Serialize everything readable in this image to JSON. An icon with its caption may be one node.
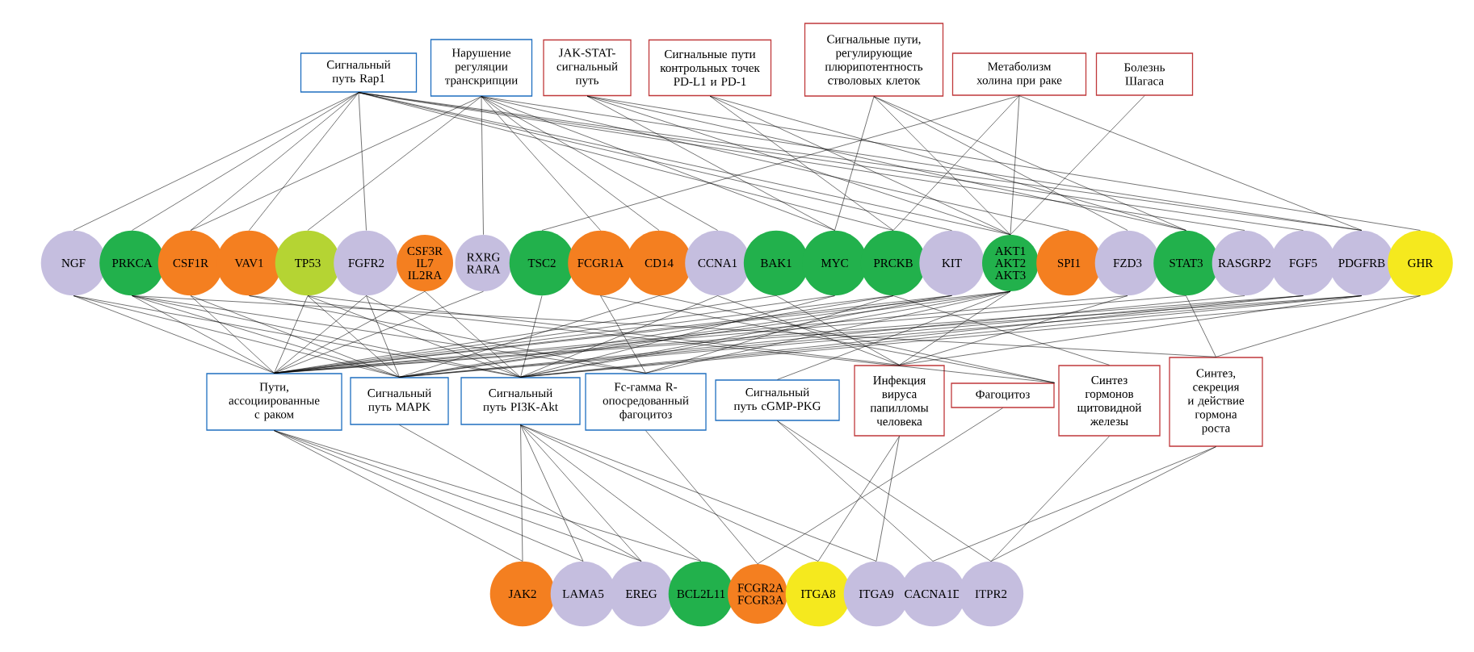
{
  "diagram": {
    "nodes": [
      {
        "text": [
          "Сигнальный путь Rap1"
        ]
      },
      {
        "text": [
          "Нарушение регуляции транскрипции"
        ]
      },
      {
        "text": [
          "JAK-STAT-сигнальный путь"
        ]
      },
      {
        "text": [
          "Сигнальные пути контрольных точек PD-L1 и PD-1"
        ]
      },
      {
        "text": [
          "Сигнальные пути, регулирующие плюрипотентность стволовых клеток"
        ]
      },
      {
        "text": [
          "Метаболизм холина при раке"
        ]
      },
      {
        "text": [
          "Болезнь Шагаса"
        ]
      },
      {
        "text": [
          "NGF"
        ]
      },
      {
        "text": [
          "PRKCA"
        ]
      },
      {
        "text": [
          "CSF1R"
        ]
      },
      {
        "text": [
          "VAV1"
        ]
      },
      {
        "text": [
          "TP53"
        ]
      },
      {
        "text": [
          "FGFR2"
        ]
      },
      {
        "text": [
          "CSF3R IL7 IL2RA"
        ]
      },
      {
        "text": [
          "RXRG RARA"
        ]
      },
      {
        "text": [
          "TSC2"
        ]
      },
      {
        "text": [
          "FCGR1A"
        ]
      },
      {
        "text": [
          "CD14"
        ]
      },
      {
        "text": [
          "CCNA1"
        ]
      },
      {
        "text": [
          "BAK1"
        ]
      },
      {
        "text": [
          "MYC"
        ]
      },
      {
        "text": [
          "PRCKB"
        ]
      },
      {
        "text": [
          "KIT"
        ]
      },
      {
        "text": [
          "AKT1 AKT2 AKT3"
        ]
      },
      {
        "text": [
          "SPI1"
        ]
      },
      {
        "text": [
          "FZD3"
        ]
      },
      {
        "text": [
          "STAT3"
        ]
      },
      {
        "text": [
          "RASGRP2"
        ]
      },
      {
        "text": [
          "FGF5"
        ]
      },
      {
        "text": [
          "PDGFRB"
        ]
      },
      {
        "text": [
          "GHR"
        ]
      },
      {
        "text": [
          "Пути, ассоциированные с раком"
        ]
      },
      {
        "text": [
          "Сигнальный путь MAPK"
        ]
      },
      {
        "text": [
          "Сигнальный путь PI3K-Akt"
        ]
      },
      {
        "text": [
          "Fc-гамма R-опосредованный фагоцитоз"
        ]
      },
      {
        "text": [
          "Сигнальный путь cGMP-PKG"
        ]
      },
      {
        "text": [
          "Инфекция вируса папилломы человека"
        ]
      },
      {
        "text": [
          "Фагоцитоз"
        ]
      },
      {
        "text": [
          "Синтез гормонов щитовидной железы"
        ]
      },
      {
        "text": [
          "Синтез, секреция и действие гормона роста"
        ]
      },
      {
        "text": [
          "JAK2"
        ]
      },
      {
        "text": [
          "LAMA5"
        ]
      },
      {
        "text": [
          "EREG"
        ]
      },
      {
        "text": [
          "BCL2L11"
        ]
      },
      {
        "text": [
          "FCGR2A FCGR3A"
        ]
      },
      {
        "text": [
          "ITGA8"
        ]
      },
      {
        "text": [
          "ITGA9"
        ]
      },
      {
        "text": [
          "CACNA1D"
        ]
      },
      {
        "text": [
          "ITPR2"
        ]
      }
    ],
    "edges": [
      {
        "from": 0,
        "to": 7,
        "arrow": "none"
      },
      {
        "from": 0,
        "to": 8,
        "arrow": "none"
      },
      {
        "from": 0,
        "to": 9,
        "arrow": "none"
      },
      {
        "from": 0,
        "to": 10,
        "arrow": "none"
      },
      {
        "from": 0,
        "to": 12,
        "arrow": "none"
      },
      {
        "from": 0,
        "to": 21,
        "arrow": "none"
      },
      {
        "from": 0,
        "to": 22,
        "arrow": "none"
      },
      {
        "from": 0,
        "to": 23,
        "arrow": "none"
      },
      {
        "from": 0,
        "to": 27,
        "arrow": "none"
      },
      {
        "from": 0,
        "to": 28,
        "arrow": "none"
      },
      {
        "from": 0,
        "to": 29,
        "arrow": "none"
      },
      {
        "from": 1,
        "to": 9,
        "arrow": "none"
      },
      {
        "from": 1,
        "to": 11,
        "arrow": "none"
      },
      {
        "from": 1,
        "to": 14,
        "arrow": "none"
      },
      {
        "from": 1,
        "to": 16,
        "arrow": "none"
      },
      {
        "from": 1,
        "to": 17,
        "arrow": "none"
      },
      {
        "from": 1,
        "to": 18,
        "arrow": "none"
      },
      {
        "from": 1,
        "to": 20,
        "arrow": "none"
      },
      {
        "from": 1,
        "to": 24,
        "arrow": "none"
      },
      {
        "from": 1,
        "to": 29,
        "arrow": "none"
      },
      {
        "from": 2,
        "to": 20,
        "arrow": "none"
      },
      {
        "from": 2,
        "to": 23,
        "arrow": "none"
      },
      {
        "from": 2,
        "to": 26,
        "arrow": "none"
      },
      {
        "from": 2,
        "to": 30,
        "arrow": "none"
      },
      {
        "from": 3,
        "to": 21,
        "arrow": "none"
      },
      {
        "from": 3,
        "to": 23,
        "arrow": "none"
      },
      {
        "from": 3,
        "to": 26,
        "arrow": "none"
      },
      {
        "from": 4,
        "to": 20,
        "arrow": "none"
      },
      {
        "from": 4,
        "to": 23,
        "arrow": "none"
      },
      {
        "from": 4,
        "to": 25,
        "arrow": "none"
      },
      {
        "from": 4,
        "to": 26,
        "arrow": "none"
      },
      {
        "from": 5,
        "to": 15,
        "arrow": "none"
      },
      {
        "from": 5,
        "to": 21,
        "arrow": "none"
      },
      {
        "from": 5,
        "to": 23,
        "arrow": "none"
      },
      {
        "from": 5,
        "to": 29,
        "arrow": "none"
      },
      {
        "from": 6,
        "to": 23,
        "arrow": "none"
      },
      {
        "from": 7,
        "to": 31,
        "arrow": "none"
      },
      {
        "from": 8,
        "to": 31,
        "arrow": "none"
      },
      {
        "from": 9,
        "to": 31,
        "arrow": "none"
      },
      {
        "from": 11,
        "to": 31,
        "arrow": "none"
      },
      {
        "from": 12,
        "to": 31,
        "arrow": "none"
      },
      {
        "from": 13,
        "to": 31,
        "arrow": "none"
      },
      {
        "from": 14,
        "to": 31,
        "arrow": "none"
      },
      {
        "from": 19,
        "to": 31,
        "arrow": "none"
      },
      {
        "from": 20,
        "to": 31,
        "arrow": "none"
      },
      {
        "from": 21,
        "to": 31,
        "arrow": "none"
      },
      {
        "from": 22,
        "to": 31,
        "arrow": "none"
      },
      {
        "from": 23,
        "to": 31,
        "arrow": "none"
      },
      {
        "from": 25,
        "to": 31,
        "arrow": "none"
      },
      {
        "from": 26,
        "to": 31,
        "arrow": "none"
      },
      {
        "from": 28,
        "to": 31,
        "arrow": "none"
      },
      {
        "from": 29,
        "to": 31,
        "arrow": "none"
      },
      {
        "from": 7,
        "to": 32,
        "arrow": "none"
      },
      {
        "from": 8,
        "to": 32,
        "arrow": "none"
      },
      {
        "from": 9,
        "to": 32,
        "arrow": "none"
      },
      {
        "from": 11,
        "to": 32,
        "arrow": "none"
      },
      {
        "from": 12,
        "to": 32,
        "arrow": "none"
      },
      {
        "from": 17,
        "to": 32,
        "arrow": "none"
      },
      {
        "from": 21,
        "to": 32,
        "arrow": "none"
      },
      {
        "from": 22,
        "to": 32,
        "arrow": "none"
      },
      {
        "from": 23,
        "to": 32,
        "arrow": "none"
      },
      {
        "from": 27,
        "to": 32,
        "arrow": "none"
      },
      {
        "from": 28,
        "to": 32,
        "arrow": "none"
      },
      {
        "from": 29,
        "to": 32,
        "arrow": "none"
      },
      {
        "from": 7,
        "to": 33,
        "arrow": "none"
      },
      {
        "from": 8,
        "to": 33,
        "arrow": "none"
      },
      {
        "from": 11,
        "to": 33,
        "arrow": "none"
      },
      {
        "from": 12,
        "to": 33,
        "arrow": "none"
      },
      {
        "from": 13,
        "to": 33,
        "arrow": "none"
      },
      {
        "from": 15,
        "to": 33,
        "arrow": "none"
      },
      {
        "from": 18,
        "to": 33,
        "arrow": "none"
      },
      {
        "from": 20,
        "to": 33,
        "arrow": "none"
      },
      {
        "from": 22,
        "to": 33,
        "arrow": "none"
      },
      {
        "from": 23,
        "to": 33,
        "arrow": "none"
      },
      {
        "from": 28,
        "to": 33,
        "arrow": "none"
      },
      {
        "from": 29,
        "to": 33,
        "arrow": "none"
      },
      {
        "from": 30,
        "to": 33,
        "arrow": "none"
      },
      {
        "from": 8,
        "to": 34,
        "arrow": "none"
      },
      {
        "from": 10,
        "to": 34,
        "arrow": "none"
      },
      {
        "from": 16,
        "to": 34,
        "arrow": "none"
      },
      {
        "from": 21,
        "to": 34,
        "arrow": "none"
      },
      {
        "from": 23,
        "to": 34,
        "arrow": "none"
      },
      {
        "from": 23,
        "to": 35,
        "arrow": "none"
      },
      {
        "from": 11,
        "to": 36,
        "arrow": "none"
      },
      {
        "from": 18,
        "to": 36,
        "arrow": "none"
      },
      {
        "from": 19,
        "to": 36,
        "arrow": "none"
      },
      {
        "from": 23,
        "to": 36,
        "arrow": "none"
      },
      {
        "from": 25,
        "to": 36,
        "arrow": "none"
      },
      {
        "from": 29,
        "to": 36,
        "arrow": "none"
      },
      {
        "from": 10,
        "to": 37,
        "arrow": "none"
      },
      {
        "from": 16,
        "to": 37,
        "arrow": "none"
      },
      {
        "from": 17,
        "to": 37,
        "arrow": "none"
      },
      {
        "from": 21,
        "to": 38,
        "arrow": "none"
      },
      {
        "from": 8,
        "to": 39,
        "arrow": "none"
      },
      {
        "from": 26,
        "to": 39,
        "arrow": "none"
      },
      {
        "from": 30,
        "to": 39,
        "arrow": "none"
      },
      {
        "from": 31,
        "to": 40,
        "arrow": "none"
      },
      {
        "from": 31,
        "to": 41,
        "arrow": "none"
      },
      {
        "from": 31,
        "to": 42,
        "arrow": "none"
      },
      {
        "from": 31,
        "to": 43,
        "arrow": "none"
      },
      {
        "from": 32,
        "to": 42,
        "arrow": "none"
      },
      {
        "from": 33,
        "to": 40,
        "arrow": "none"
      },
      {
        "from": 33,
        "to": 41,
        "arrow": "none"
      },
      {
        "from": 33,
        "to": 42,
        "arrow": "none"
      },
      {
        "from": 33,
        "to": 43,
        "arrow": "none"
      },
      {
        "from": 33,
        "to": 45,
        "arrow": "none"
      },
      {
        "from": 33,
        "to": 46,
        "arrow": "none"
      },
      {
        "from": 34,
        "to": 44,
        "arrow": "none"
      },
      {
        "from": 35,
        "to": 47,
        "arrow": "none"
      },
      {
        "from": 35,
        "to": 48,
        "arrow": "none"
      },
      {
        "from": 36,
        "to": 45,
        "arrow": "none"
      },
      {
        "from": 36,
        "to": 46,
        "arrow": "none"
      },
      {
        "from": 37,
        "to": 44,
        "arrow": "none"
      },
      {
        "from": 38,
        "to": 48,
        "arrow": "none"
      },
      {
        "from": 39,
        "to": 47,
        "arrow": "none"
      },
      {
        "from": 39,
        "to": 48,
        "arrow": "none"
      }
    ]
  }
}
